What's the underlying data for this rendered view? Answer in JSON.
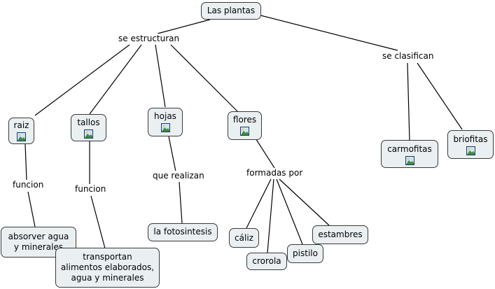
{
  "root": {
    "label": "Las plantas"
  },
  "links": {
    "structure": "se estructuran",
    "classify": "se clasifican",
    "raiz_function": "funcion",
    "tallos_function": "funcion",
    "hojas_action": "que realizan",
    "flores_parts": "formadas por"
  },
  "concepts": {
    "raiz": {
      "label": "raiz",
      "icon": "image-icon"
    },
    "tallos": {
      "label": "tallos",
      "icon": "image-icon"
    },
    "hojas": {
      "label": "hojas",
      "icon": "image-icon"
    },
    "flores": {
      "label": "flores",
      "icon": "image-icon"
    },
    "carmofitas": {
      "label": "carmofitas",
      "icon": "image-icon"
    },
    "briofitas": {
      "label": "briofitas",
      "icon": "image-icon"
    },
    "absorver": {
      "label": "absorver agua\ny minerales"
    },
    "transportan": {
      "label": "transportan\nalimentos elaborados,\nagua y minerales"
    },
    "fotosintesis": {
      "label": "la fotosintesis"
    },
    "caliz": {
      "label": "cáliz"
    },
    "crorola": {
      "label": "crorola"
    },
    "pistilo": {
      "label": "pistilo"
    },
    "estambres": {
      "label": "estambres"
    }
  },
  "colors": {
    "node_fill": "#eaf0f2",
    "node_border": "#3a3a3a",
    "line": "#000000"
  }
}
